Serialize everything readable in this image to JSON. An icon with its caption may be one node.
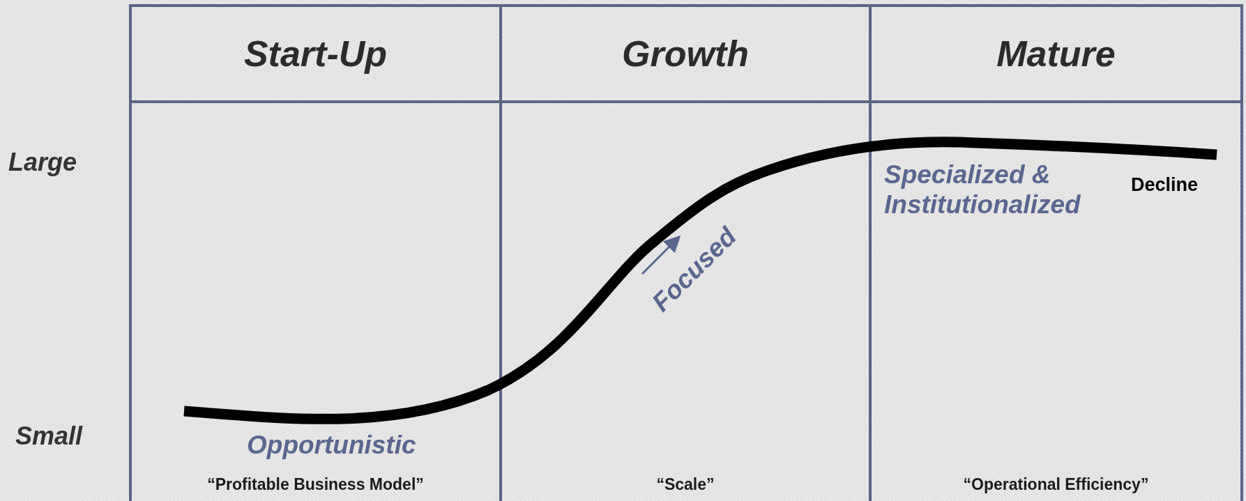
{
  "diagram": {
    "nodes": [
      {
        "text": [
          "Start-Up"
        ]
      },
      {
        "text": [
          "Growth"
        ]
      },
      {
        "text": [
          "Mature"
        ]
      },
      {
        "text": [
          "Opportunistic",
          "“Profitable Business Model”"
        ]
      },
      {
        "text": [
          "Focused",
          "“Scale”"
        ]
      },
      {
        "text": [
          "Specialized & Institutionalized",
          "“Operational Efficiency”"
        ]
      }
    ],
    "labels": [
      "Large",
      "Decline",
      "Small"
    ]
  }
}
